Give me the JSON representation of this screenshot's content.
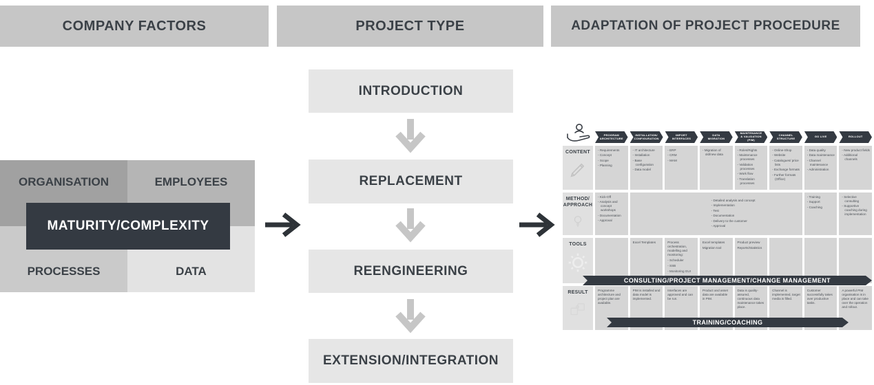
{
  "palette": {
    "dark": "#343a42",
    "header_gray": "#c6c6c6",
    "flow_box_gray": "#e6e6e6",
    "cell_gray": "#d5d5d5",
    "label_cell_gray": "#e0e0e0",
    "arrow_light_gray": "#c6c6c6",
    "arrow_black": "#2e3338",
    "quadrant_grays": [
      "#a1a1a1",
      "#b5b5b5",
      "#cacaca",
      "#e3e3e3"
    ]
  },
  "headers": {
    "company_factors": "COMPANY FACTORS",
    "project_type": "PROJECT TYPE",
    "adaptation": "ADAPTATION OF PROJECT PROCEDURE"
  },
  "company_factors": {
    "organisation": "ORGANISATION",
    "employees": "EMPLOYEES",
    "processes": "PROCESSES",
    "data": "DATA",
    "center": "MATURITY/COMPLEXITY"
  },
  "project_type": {
    "steps": [
      "INTRODUCTION",
      "REPLACEMENT",
      "REENGINEERING",
      "EXTENSION/INTEGRATION"
    ]
  },
  "procedure": {
    "phases": [
      "PROGRAM ARCHITECTURE",
      "INSTALLATION/ CONFIGURATION",
      "IMPORT INTERFACES",
      "DATA MIGRATION",
      "MAINTENANCE & VALIDATION (PIM)",
      "CHANNEL STRUCTURE",
      "GO LIVE",
      "ROLLOUT"
    ],
    "row_labels": {
      "content": "CONTENT",
      "method": "METHOD/\nAPPROACH",
      "tools": "TOOLS",
      "result": "RESULT"
    },
    "content_cells": [
      [
        "Requirements",
        "Concept",
        "Scope",
        "Planning"
      ],
      [
        "IT architecture",
        "Installation",
        "Base configuration",
        "Data model"
      ],
      [
        "ERP",
        "CRM",
        "MAM"
      ],
      [
        "Migration of old/new data"
      ],
      [
        "Roles/Rights",
        "Maintenance processes",
        "Validation processes",
        "Work flow",
        "Translation processes"
      ],
      [
        "Online-Shop",
        "Website",
        "Catalogues/ price lists",
        "Exchange formats",
        "Further formats (Office)"
      ],
      [
        "Data quality",
        "Data maintenance",
        "Channel maintenance",
        "Administration"
      ],
      [
        "New product fields",
        "Additional channels"
      ]
    ],
    "method": {
      "col1": [
        "Kick-Off",
        "Analysis and concept workshops",
        "Documentation",
        "Approval"
      ],
      "merged": [
        "Detailed analysis and concept",
        "Implementation",
        "Test",
        "Documentation",
        "Delivery to the customer",
        "Approval"
      ],
      "go_live": [
        "Training",
        "Support",
        "Coaching"
      ],
      "rollout": [
        "Selective consulting",
        "Supportive coaching during implementation"
      ]
    },
    "tools_cells": [
      [],
      [
        "Excel Templates"
      ],
      [
        "Process orchestration, modelling and monitoring:",
        "- Scheduler",
        "- SSB",
        "- Monitoring GUI"
      ],
      [
        "Excel templates",
        "Migration tool"
      ],
      [
        "Product preview",
        "Reports/Statistics"
      ],
      [],
      [],
      []
    ],
    "result_cells": [
      "Programme architecture and project plan are available.",
      "PIM is installed and data model is implemented.",
      "Interfaces are approved and can be run.",
      "Product and asset data are available in PIM.",
      "Data is quality-assured, continuous data maintenance takes place.",
      "Channel is implemented, target media is filled.",
      "Customer successfully takes over productive tasks.",
      "A powerful PIM organisation is in place and can take over the operation and rollout."
    ],
    "banners": {
      "consulting": "CONSULTING/PROJECT MANAGEMENT/CHANGE MANAGEMENT",
      "training": "TRAINING/COACHING"
    },
    "icons": {
      "top": "hand-person-icon",
      "content": "pencil-icon",
      "method": "bulb-icon",
      "tools": "gear-icon",
      "result": "puzzle-icon"
    }
  }
}
